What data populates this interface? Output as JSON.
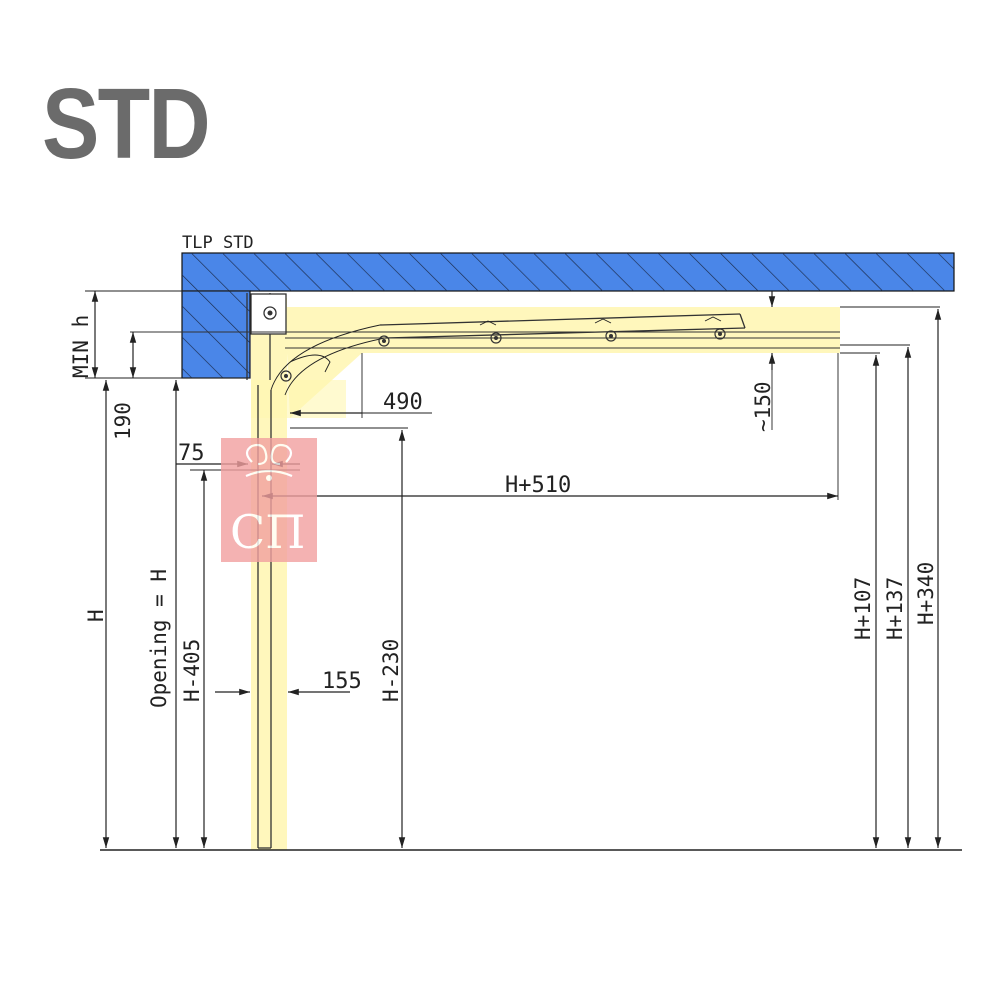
{
  "title": "STD",
  "diagram": {
    "beam_label": "TLP STD",
    "labels": {
      "min_h": "MIN h",
      "d190": "190",
      "d490": "490",
      "d150": "~150",
      "d75": "75",
      "h510": "H+510",
      "opening": "Opening = H",
      "h": "H",
      "h405": "H-405",
      "d155": "155",
      "h230": "H-230",
      "h107": "H+107",
      "h137": "H+137",
      "h340": "H+340"
    },
    "colors": {
      "beam_fill": "#4a86e8",
      "highlight": "#fff6b0",
      "logo_bg": "#f2a0a0",
      "line": "#222222",
      "title": "#6b6b6b"
    },
    "logo": {
      "text": "СП",
      "icon": "monogram-logo"
    }
  }
}
